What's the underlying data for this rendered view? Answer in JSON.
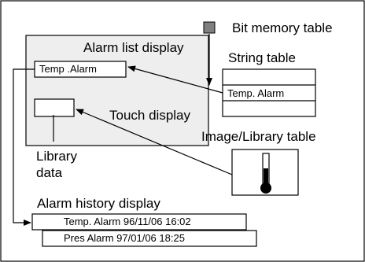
{
  "labels": {
    "bit_memory_table": "Bit memory table",
    "alarm_list_display": "Alarm list display",
    "string_table": "String table",
    "touch_display": "Touch display",
    "image_library_table": "Image/Library table",
    "library_data_line1": "Library",
    "library_data_line2": "data",
    "alarm_history_display": "Alarm history display"
  },
  "screen": {
    "alarm_field_text": "Temp .Alarm"
  },
  "string_table": {
    "rows": [
      "",
      "Temp. Alarm",
      ""
    ]
  },
  "alarm_history": {
    "rows": [
      "Temp. Alarm 96/11/06 16:02",
      "Pres Alarm 97/01/06 18:25"
    ]
  },
  "colors": {
    "screen_fill": "#eeeeee",
    "bit_square": "#7f7f7f",
    "stroke": "#000000"
  },
  "icons": {
    "bit_memory": "gray-square-icon",
    "image": "thermometer-icon"
  }
}
